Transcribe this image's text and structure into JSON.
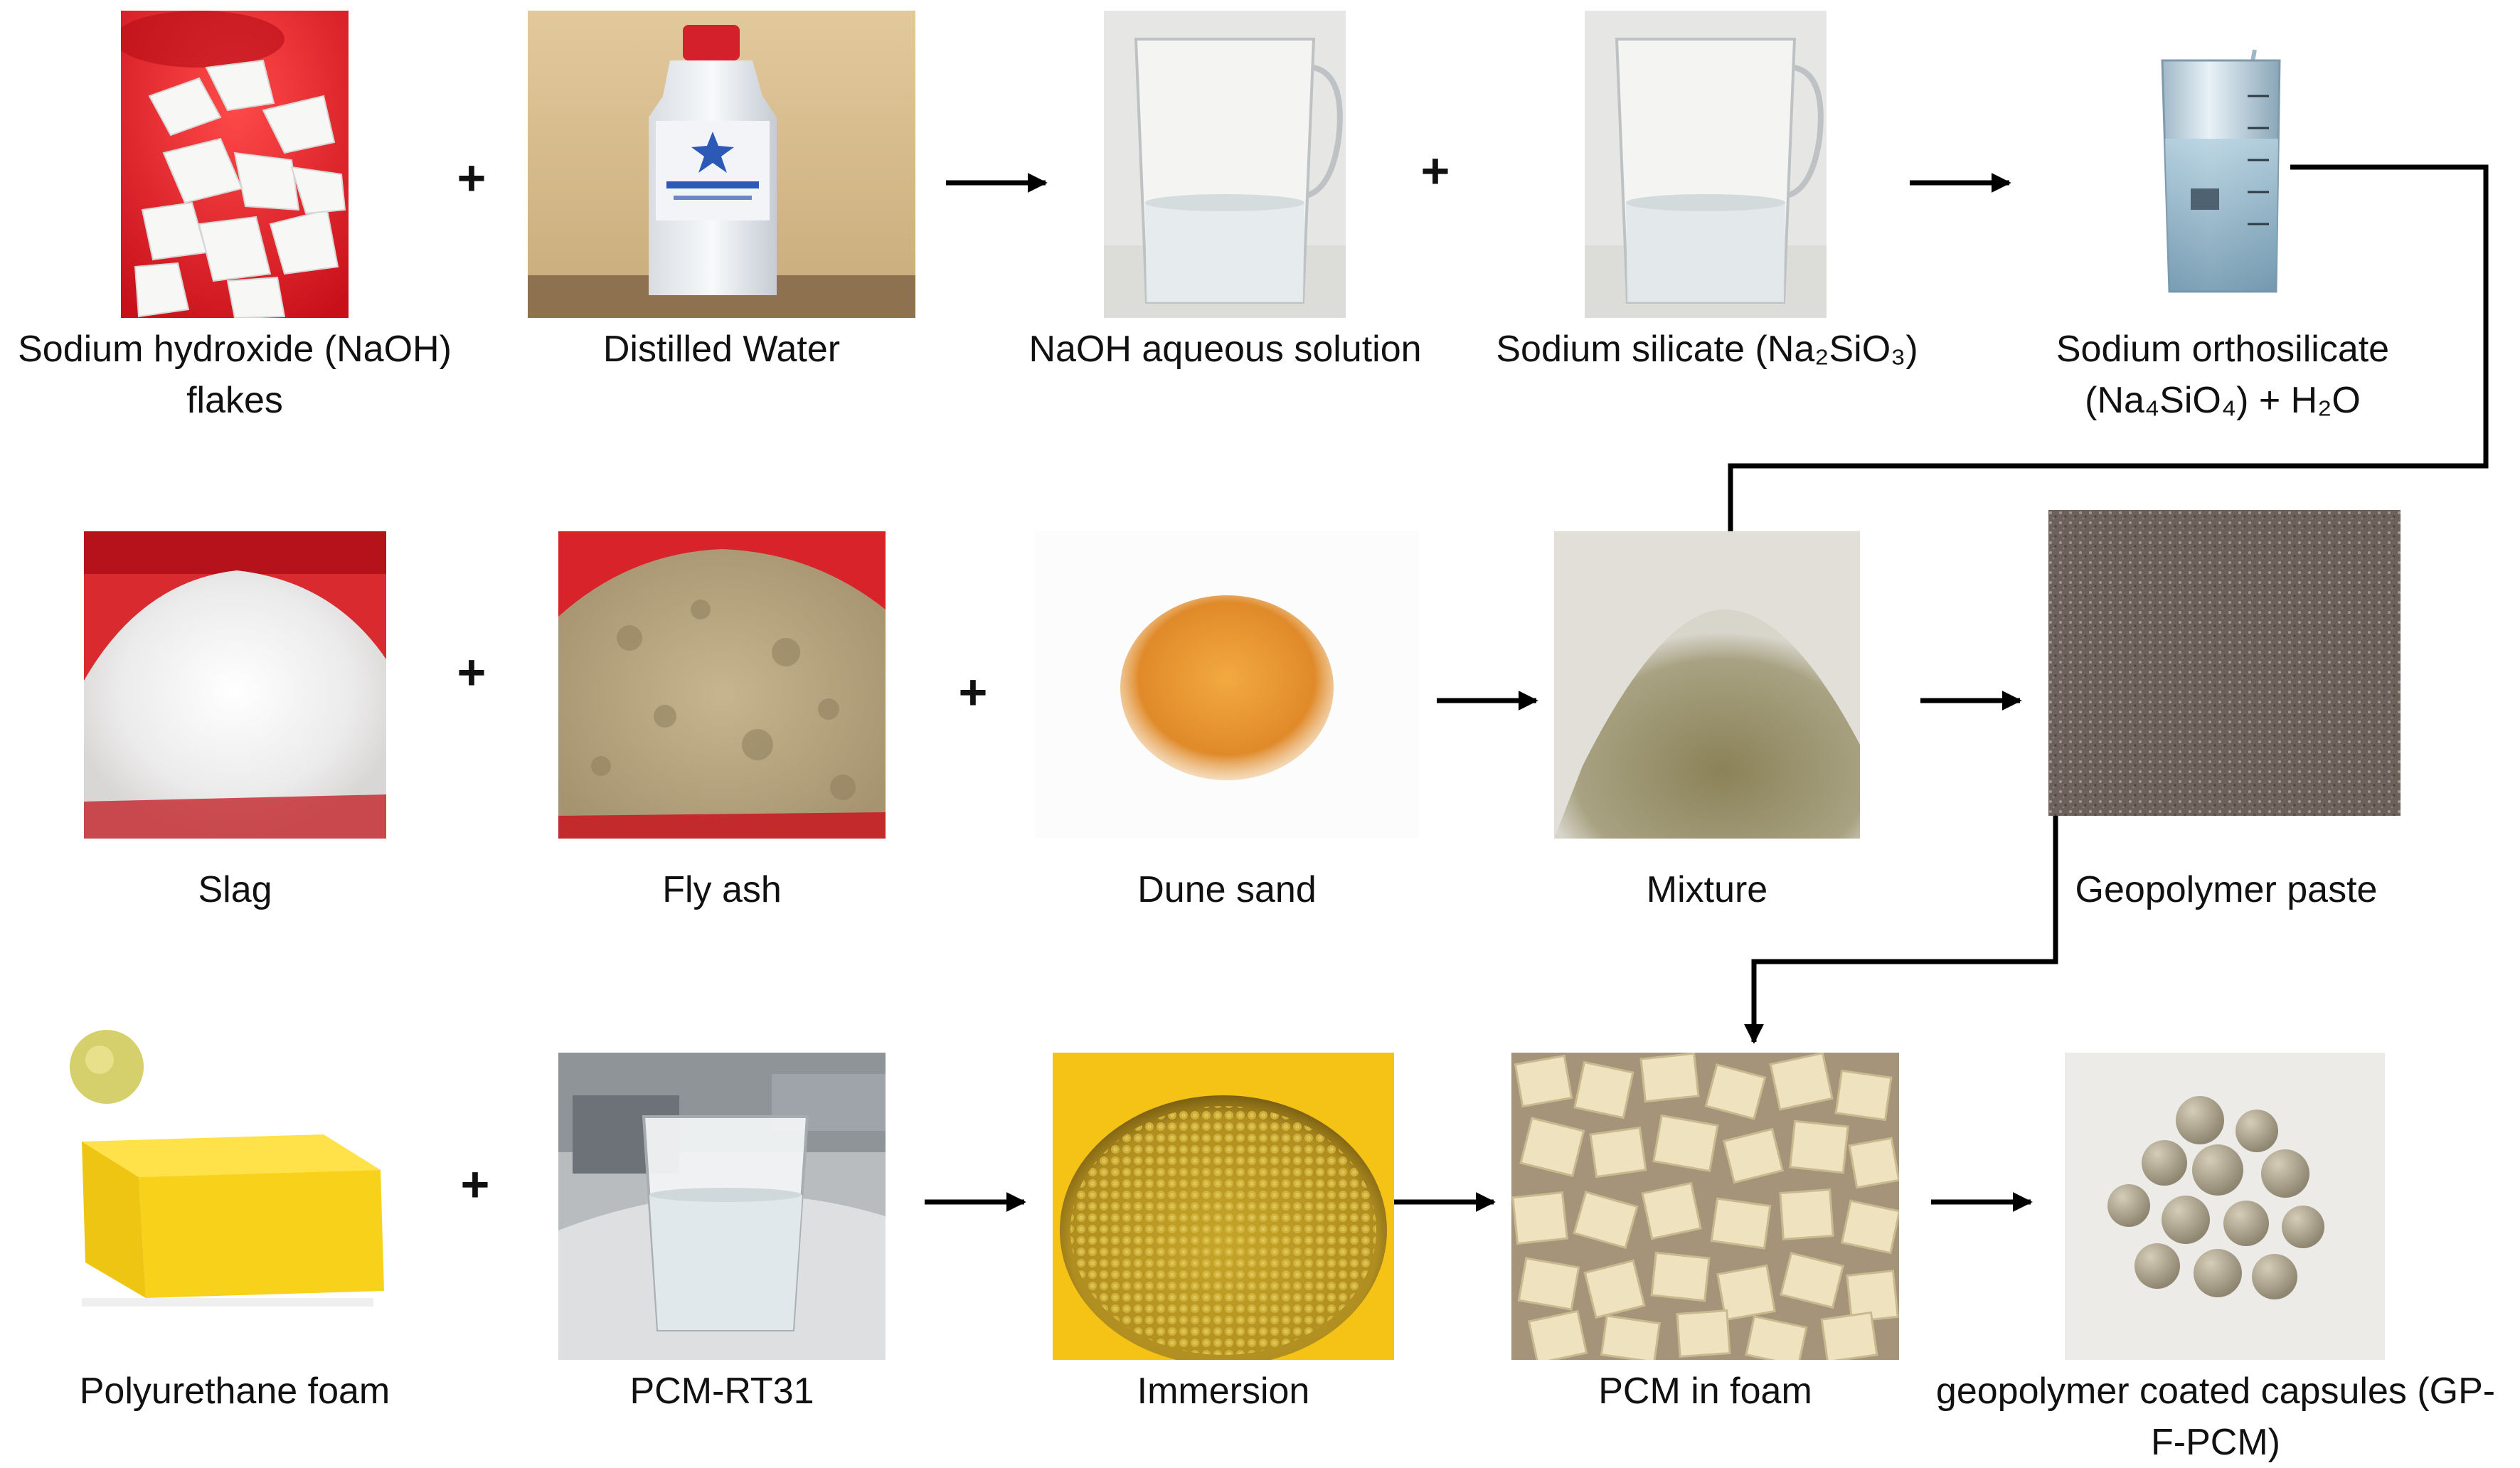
{
  "operators": {
    "plus": "+"
  },
  "row1": {
    "naoh": [
      "Sodium hydroxide (NaOH)",
      "flakes"
    ],
    "water": "Distilled Water",
    "solution": "NaOH aqueous solution",
    "silicate": "Sodium silicate (Na₂SiO₃)",
    "ortho": [
      "Sodium orthosilicate",
      "(Na₄SiO₄) + H₂O"
    ]
  },
  "row2": {
    "slag": "Slag",
    "flyash": "Fly ash",
    "sand": "Dune sand",
    "mixture": "Mixture",
    "paste": "Geopolymer paste"
  },
  "row3": {
    "foam": "Polyurethane foam",
    "pcm": "PCM-RT31",
    "immersion": "Immersion",
    "pcmfoam": "PCM in foam",
    "capsules": [
      "geopolymer coated capsules (GP-",
      "F-PCM)"
    ]
  },
  "colors": {
    "arrow": "#000000",
    "label": "#111111"
  }
}
